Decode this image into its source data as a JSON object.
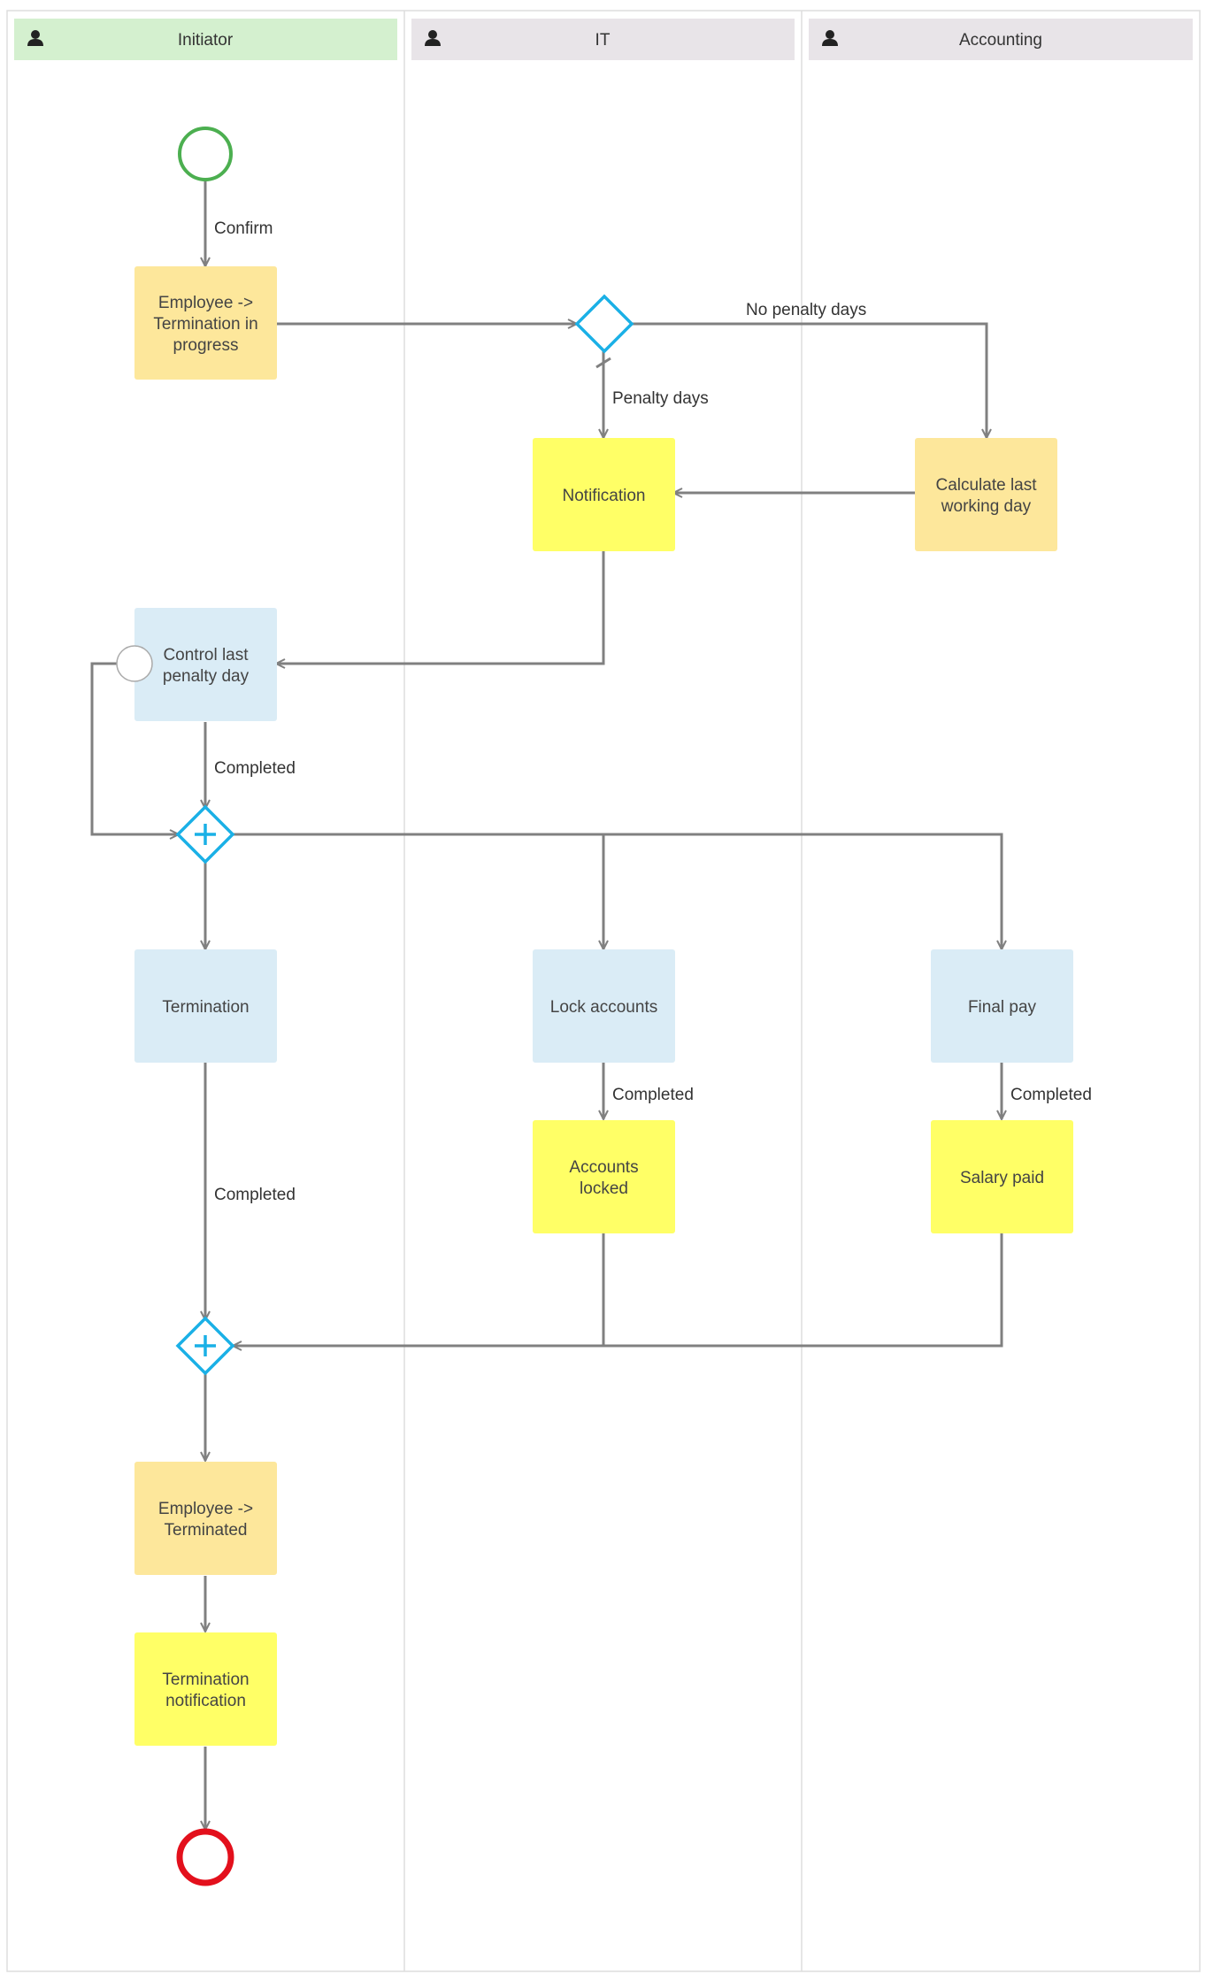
{
  "colors": {
    "lane_initiator": "#d4f0cf",
    "lane_default": "#e8e4e8",
    "task_orange": "#fde79b",
    "task_yellow": "#ffff66",
    "task_blue": "#daecf6",
    "gateway": "#1ab0e6",
    "start_event": "#4caf50",
    "end_event": "#e3101c",
    "edge": "#808080"
  },
  "lanes": [
    {
      "id": "initiator",
      "label": "Initiator",
      "icon": "user-icon"
    },
    {
      "id": "it",
      "label": "IT",
      "icon": "user-icon"
    },
    {
      "id": "accounting",
      "label": "Accounting",
      "icon": "user-icon"
    }
  ],
  "nodes": {
    "emp_in_progress": {
      "lines": [
        "Employee ->",
        "Termination in",
        "progress"
      ]
    },
    "notification": {
      "lines": [
        "Notification"
      ]
    },
    "calc_last_day": {
      "lines": [
        "Calculate last",
        "working day"
      ]
    },
    "control_penalty": {
      "lines": [
        "Control last",
        "penalty day"
      ]
    },
    "termination": {
      "lines": [
        "Termination"
      ]
    },
    "lock_accounts": {
      "lines": [
        "Lock accounts"
      ]
    },
    "final_pay": {
      "lines": [
        "Final pay"
      ]
    },
    "accounts_locked": {
      "lines": [
        "Accounts",
        "locked"
      ]
    },
    "salary_paid": {
      "lines": [
        "Salary paid"
      ]
    },
    "emp_terminated": {
      "lines": [
        "Employee ->",
        "Terminated"
      ]
    },
    "term_notification": {
      "lines": [
        "Termination",
        "notification"
      ]
    }
  },
  "edge_labels": {
    "confirm": "Confirm",
    "no_penalty": "No penalty days",
    "penalty": "Penalty days",
    "completed_control": "Completed",
    "completed_termination": "Completed",
    "completed_lock": "Completed",
    "completed_final": "Completed"
  }
}
